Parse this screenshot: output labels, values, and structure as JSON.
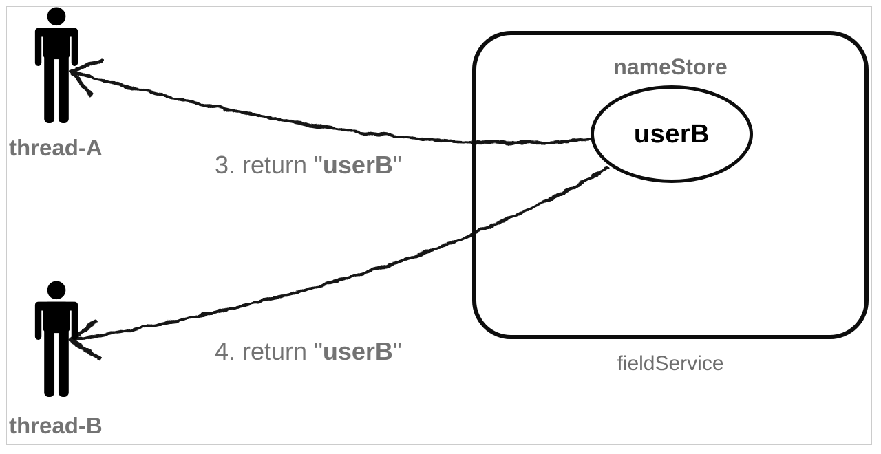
{
  "diagram": {
    "actors": [
      {
        "icon": "person-icon",
        "label": "thread-A"
      },
      {
        "icon": "person-icon",
        "label": "thread-B"
      }
    ],
    "container": {
      "title": "nameStore",
      "caption": "fieldService",
      "node_label": "userB"
    },
    "messages": [
      {
        "prefix": "3. return \"",
        "emphasis": "userB",
        "suffix": "\""
      },
      {
        "prefix": "4. return \"",
        "emphasis": "userB",
        "suffix": "\""
      }
    ],
    "colors": {
      "label_gray": "#737373",
      "title_gray": "#6e6e6e",
      "ink_black": "#0d0d0d",
      "frame_border": "#cccccc"
    }
  }
}
